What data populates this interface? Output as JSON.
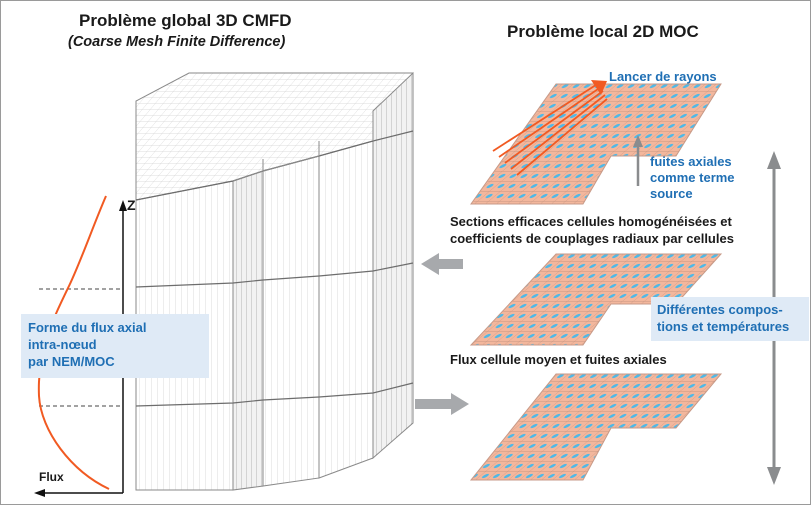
{
  "left": {
    "title": "Problème global 3D CMFD",
    "subtitle": "(Coarse Mesh Finite Difference)",
    "axis_label": "Z",
    "flux_label": "Flux",
    "flux_shape_box": [
      "Forme du flux axial",
      "intra-nœud",
      "par NEM/MOC"
    ]
  },
  "right": {
    "title": "Problème local 2D MOC",
    "ray_label": "Lancer de rayons",
    "axial_leak": [
      "fuites axiales",
      "comme terme",
      "source"
    ],
    "sections_caption": [
      "Sections efficaces cellules homogénéisées et",
      "coefficients de couplages radiaux par cellules"
    ],
    "flux_caption": "Flux cellule moyen et fuites axiales",
    "compositions_box": [
      "Différentes compos-",
      "tions et températures"
    ]
  },
  "colors": {
    "accent_blue": "#1f6fb4",
    "curve_red": "#f15a22",
    "arrow_gray": "#a7a9ac",
    "plate_fill": "#f3b79d",
    "pin_blue": "#4fb8e6",
    "label_box": "#dfeaf6"
  }
}
